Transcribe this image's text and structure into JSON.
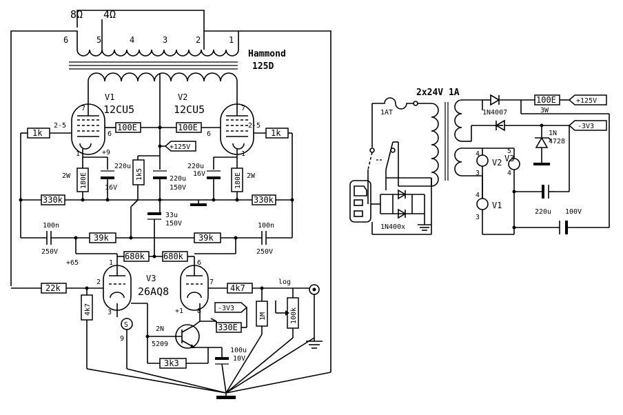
{
  "transformer": {
    "name": "Hammond",
    "model": "125D",
    "tap_8": "8Ω",
    "tap_4": "4Ω",
    "pins": [
      "6",
      "5",
      "4",
      "3",
      "2",
      "1"
    ]
  },
  "tubes": {
    "v1": {
      "name": "V1",
      "type": "12CU5"
    },
    "v2": {
      "name": "V2",
      "type": "12CU5"
    },
    "v3": {
      "name": "V3",
      "type": "26AQ8"
    }
  },
  "labels": {
    "r_1k_left": "1k",
    "r_1k_right": "1k",
    "grid_left": "2-5",
    "grid_right": "2-5",
    "pin6_left": "6",
    "pin6_right": "6",
    "pin7_left": "7",
    "pin7_right": "7",
    "pin1_left": "1",
    "pin1_right": "1",
    "r_100e_left": "100E",
    "r_100e_right": "100E",
    "plus9": "+9",
    "b_plus": "+125V",
    "cap_220u_left_a": "220u",
    "cap_220u_left_b": "16V",
    "cap_220u_mid_a": "220u",
    "cap_220u_mid_b": "150V",
    "cap_220u_right_a": "220u",
    "cap_220u_right_b": "16V",
    "r_180e_left": "180E",
    "r_180e_right": "180E",
    "w2_left": "2W",
    "w2_right": "2W",
    "r_1k5": "1k5",
    "r_330k_left": "330k",
    "r_330k_right": "330k",
    "cap_33u_a": "33u",
    "cap_33u_b": "150V",
    "cap_100n_left": "100n",
    "cap_250v_left": "250V",
    "cap_100n_right": "100n",
    "cap_250v_right": "250V",
    "r_39k_left": "39k",
    "r_39k_right": "39k",
    "plus65": "+65",
    "r_680k_left": "680k",
    "r_680k_right": "680k",
    "v3_pin1": "1",
    "v3_pin6": "6",
    "v3_pin2": "2",
    "v3_pin7": "7",
    "v3_pin3": "3",
    "v3_pin8": "8",
    "v3_plus1": "+1",
    "v3_pin9": "9",
    "r_22k": "22k",
    "r_4k7_vert": "4k7",
    "r_4k7_horiz": "4k7",
    "neg_bias_left": "-3V3",
    "r_1m": "1M",
    "pot_log": "log",
    "pot_100k": "100k",
    "r_330e": "330E",
    "q_2n_a": "2N",
    "q_2n_b": "5209",
    "r_3k3": "3k3",
    "cap_100u_a": "100u",
    "cap_100u_b": "10V",
    "s_marker": "S",
    "psu_title": "2x24V 1A",
    "fuse": "1AT",
    "d_1n4007": "1N4007",
    "r_100e_psu": "100E",
    "w3": "3W",
    "psu_plus125": "+125V",
    "psu_neg": "-3V3",
    "zener_a": "1N",
    "zener_b": "4728",
    "bridge": "1N400x",
    "heat_v2": "V2",
    "heat_v3": "V3",
    "heat_v1": "V1",
    "hp_4a": "4",
    "hp_3a": "3",
    "hp_5": "5",
    "hp_4b": "4",
    "hp_4c": "4",
    "hp_3b": "3",
    "cap_220u_psu": "220u",
    "cap_100v_psu": "100V"
  }
}
